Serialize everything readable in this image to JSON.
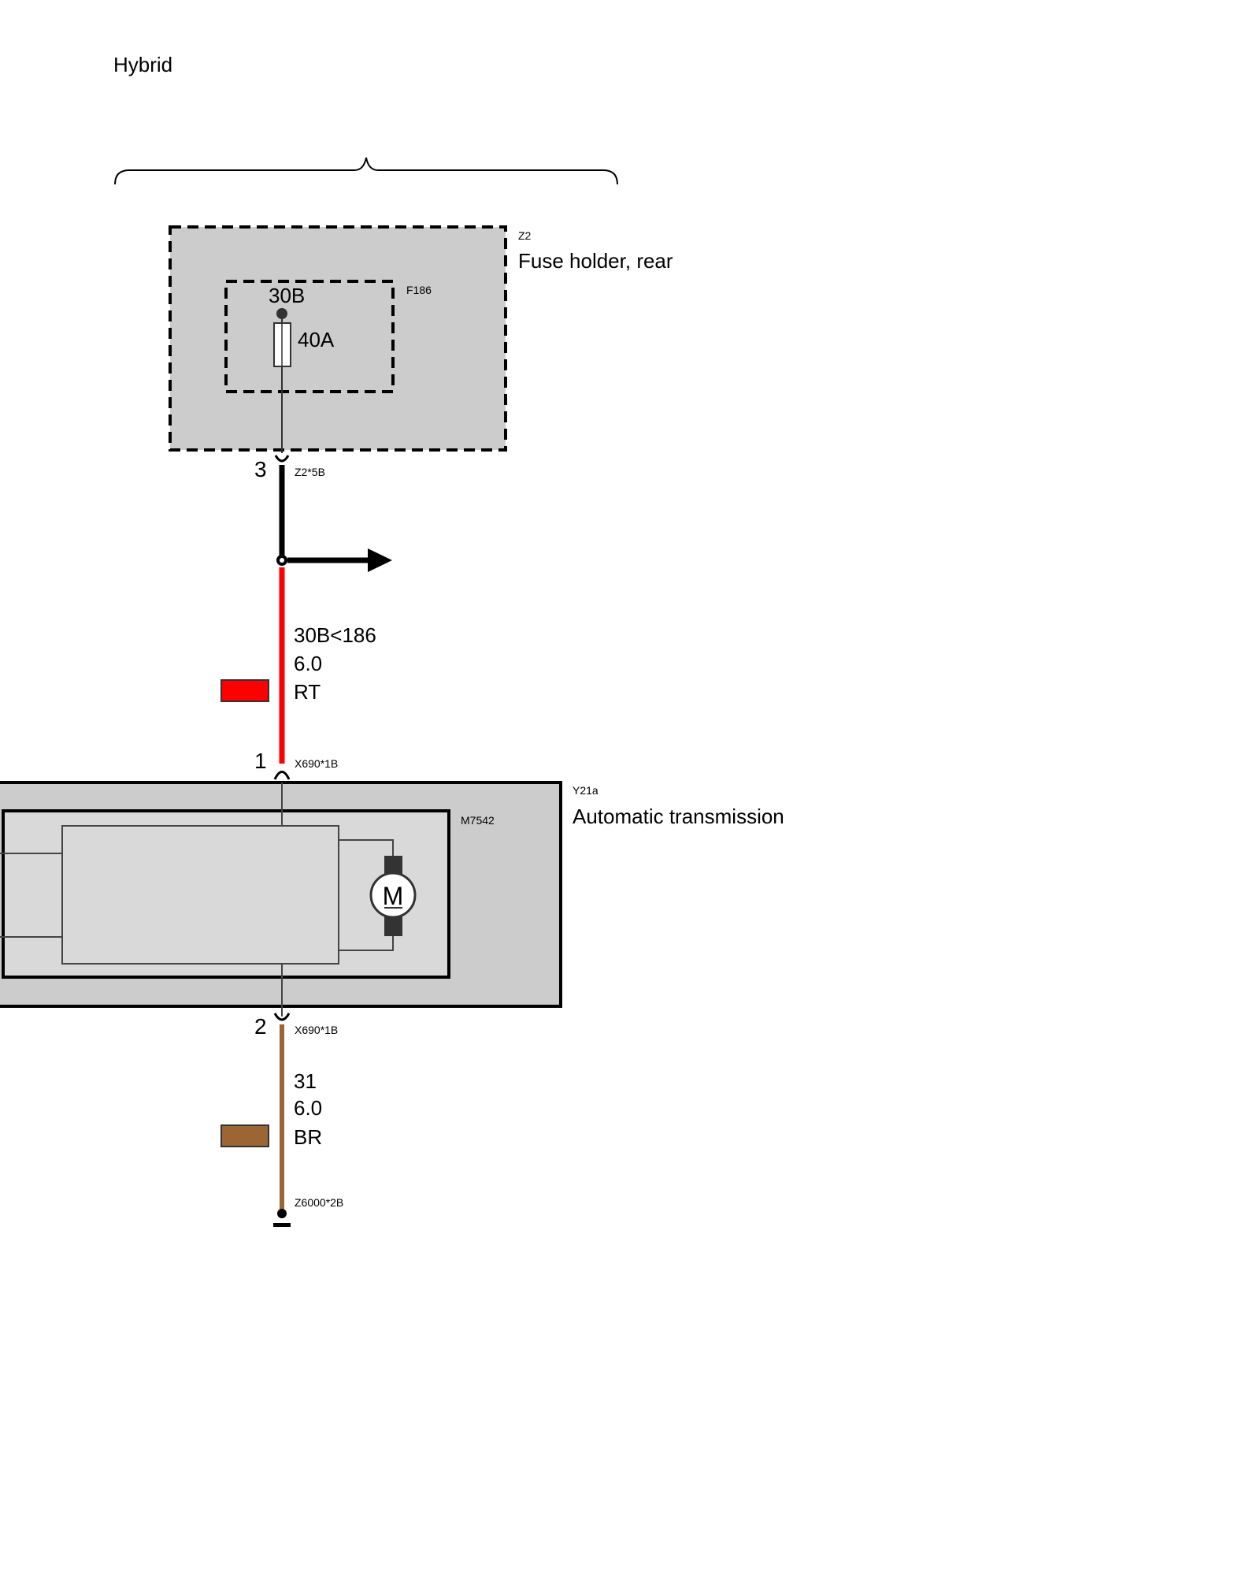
{
  "header": {
    "title": "Hybrid"
  },
  "fuse_holder": {
    "code": "Z2",
    "label": "Fuse holder, rear",
    "fuse": {
      "code": "F186",
      "terminal": "30B",
      "rating": "40A"
    },
    "connector": {
      "pin": "3",
      "code": "Z2*5B"
    }
  },
  "wire_red": {
    "signal": "30B<186",
    "cross_section": "6.0",
    "color_code": "RT",
    "color": "#ff0000"
  },
  "transmission": {
    "code": "Y21a",
    "label": "Automatic transmission",
    "module_code": "M7542",
    "motor_symbol": "M",
    "connector_in": {
      "pin": "1",
      "code": "X690*1B"
    },
    "connector_out": {
      "pin": "2",
      "code": "X690*1B"
    }
  },
  "wire_brown": {
    "signal": "31",
    "cross_section": "6.0",
    "color_code": "BR",
    "color": "#9c6634"
  },
  "ground": {
    "code": "Z6000*2B"
  },
  "colors": {
    "module_fill": "#cccccc",
    "inner_fill": "#d9d9d9"
  }
}
